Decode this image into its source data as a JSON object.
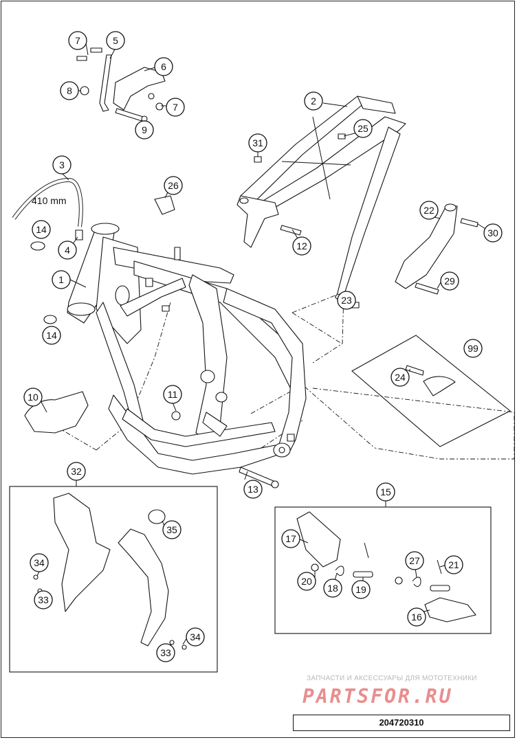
{
  "diagram": {
    "hose_length_label": "410 mm",
    "callouts": [
      "1",
      "2",
      "3",
      "4",
      "5",
      "6",
      "7",
      "7",
      "8",
      "9",
      "10",
      "11",
      "12",
      "13",
      "14",
      "14",
      "15",
      "16",
      "17",
      "18",
      "19",
      "20",
      "21",
      "22",
      "23",
      "24",
      "25",
      "26",
      "27",
      "29",
      "30",
      "31",
      "32",
      "33",
      "33",
      "34",
      "34",
      "35",
      "99"
    ]
  },
  "watermark": {
    "tagline": "ЗАПЧАСТИ И АКСЕССУАРЫ ДЛЯ МОТОТЕХНИКИ",
    "brand": "PARTSFOR.RU"
  },
  "document_number": "204720310"
}
